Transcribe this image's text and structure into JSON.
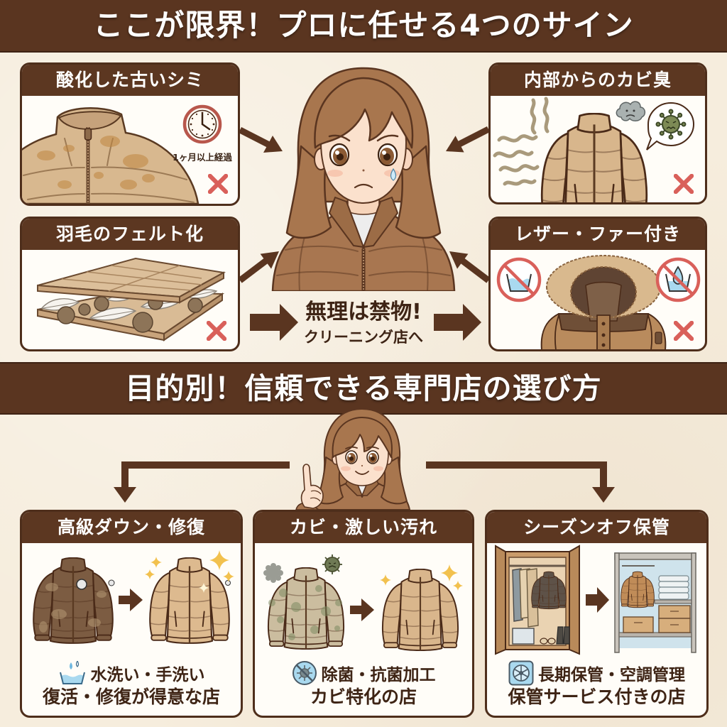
{
  "colors": {
    "background": "#f6eddd",
    "banner": "#5a3520",
    "card_header": "#5c3721",
    "card_border": "#4e2e1b",
    "text_dark": "#3e2415",
    "cross_red": "#d9605a",
    "icon_blue": "#a9d9ef",
    "sparkle_gold": "#f2c14e"
  },
  "section_signs": {
    "title": "ここが限界！プロに任せる4つのサイン",
    "cards": [
      {
        "title": "酸化した古いシミ",
        "caption": "1ヶ月以上経過",
        "icons": [
          "stained-jacket-icon",
          "clock-icon",
          "cross-icon"
        ]
      },
      {
        "title": "内部からのカビ臭",
        "icons": [
          "odor-waves-icon",
          "puffer-jacket-icon",
          "sad-cloud-icon",
          "mold-germ-speech-icon",
          "cross-icon"
        ]
      },
      {
        "title": "羽毛のフェルト化",
        "icons": [
          "felted-down-layers-icon",
          "cross-icon"
        ]
      },
      {
        "title": "レザー・ファー付き",
        "icons": [
          "no-machine-wash-icon",
          "fur-hood-jacket-icon",
          "no-hand-wash-icon",
          "cross-icon"
        ]
      }
    ],
    "center_character": "worried-woman-illustration",
    "callout": {
      "line1": "無理は禁物!",
      "line2": "クリーニング店へ"
    }
  },
  "section_shops": {
    "title": "目的別！信頼できる専門店の選び方",
    "center_character": "pointing-woman-illustration",
    "cards": [
      {
        "title": "高級ダウン・修復",
        "feature_icon": "water-basin-icon",
        "feature": "水洗い・手洗い",
        "shop_type": "復活・修復が得意な店"
      },
      {
        "title": "カビ・激しい汚れ",
        "feature_icon": "no-germ-icon",
        "feature": "除菌・抗菌加工",
        "shop_type": "カビ特化の店"
      },
      {
        "title": "シーズンオフ保管",
        "feature_icon": "air-conditioner-icon",
        "feature": "長期保管・空調管理",
        "shop_type": "保管サービス付きの店"
      }
    ]
  }
}
